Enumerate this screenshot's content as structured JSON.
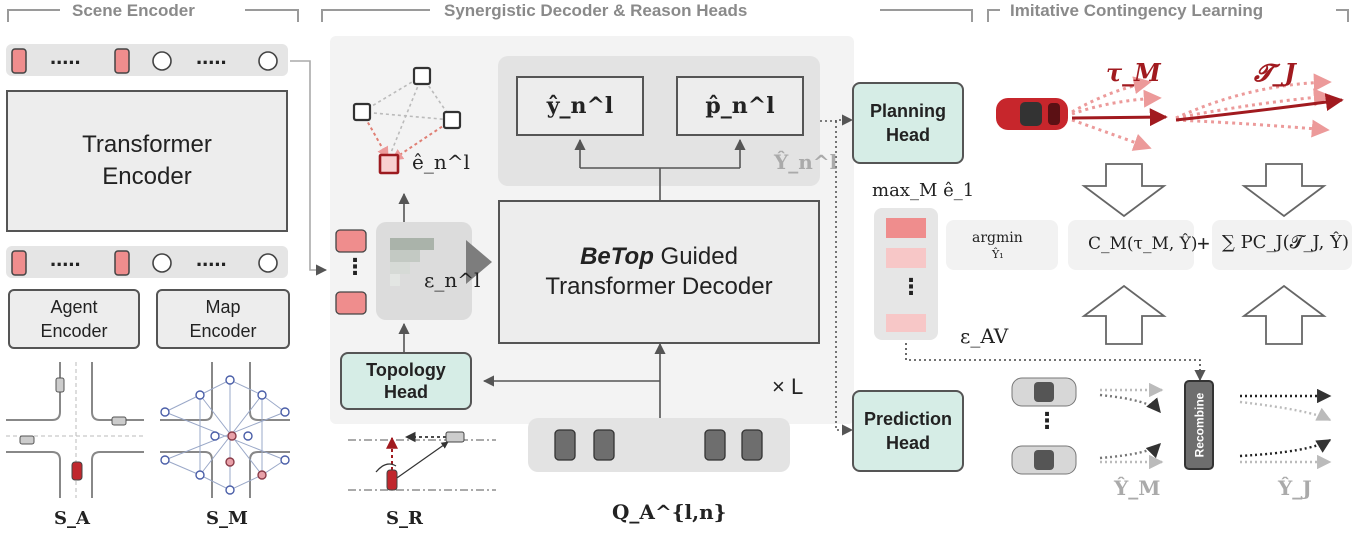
{
  "sections": {
    "scene_encoder": "Scene Encoder",
    "decoder": "Synergistic Decoder & Reason Heads",
    "learning": "Imitative Contingency Learning"
  },
  "encoder": {
    "transformer": "Transformer Encoder",
    "agent": "Agent Encoder",
    "map": "Map Encoder",
    "dots": "....."
  },
  "labels": {
    "s_a": "S_A",
    "s_m": "S_M",
    "s_r": "S_R",
    "query": "Q_A^{l,n}",
    "e_hat": "ê_n^l",
    "eps": "ε_n^l",
    "y_hat": "ŷ_n^l",
    "p_hat": "p̂_n^l",
    "Y_hat": "Ŷ_n^l",
    "times_l": "× L",
    "max_e": "max_M ê_1",
    "argmin": "argmin",
    "argmin_sub": "Ŷ₁",
    "cost_m": "C_M(τ_M, Ŷ)",
    "plus": "+",
    "sum_term": "∑ PC_J(𝓣_J, Ŷ)",
    "eps_av": "ε_AV",
    "tau_m": "τ_M",
    "t_j": "𝓣_J",
    "y_m": "Ŷ_M",
    "y_j": "Ŷ_J",
    "dots_vert": "⋮"
  },
  "decoder": {
    "betop_bold": "BeTop",
    "betop_rest": " Guided",
    "betop_line2": "Transformer Decoder",
    "topology": "Topology Head",
    "planning": "Planning Head",
    "prediction": "Prediction Head",
    "recombine": "Recombine"
  },
  "colors": {
    "red": "#a11a1f",
    "pink": "#ef8d8d",
    "teal": "#d6ede6",
    "gray": "#ededed"
  }
}
